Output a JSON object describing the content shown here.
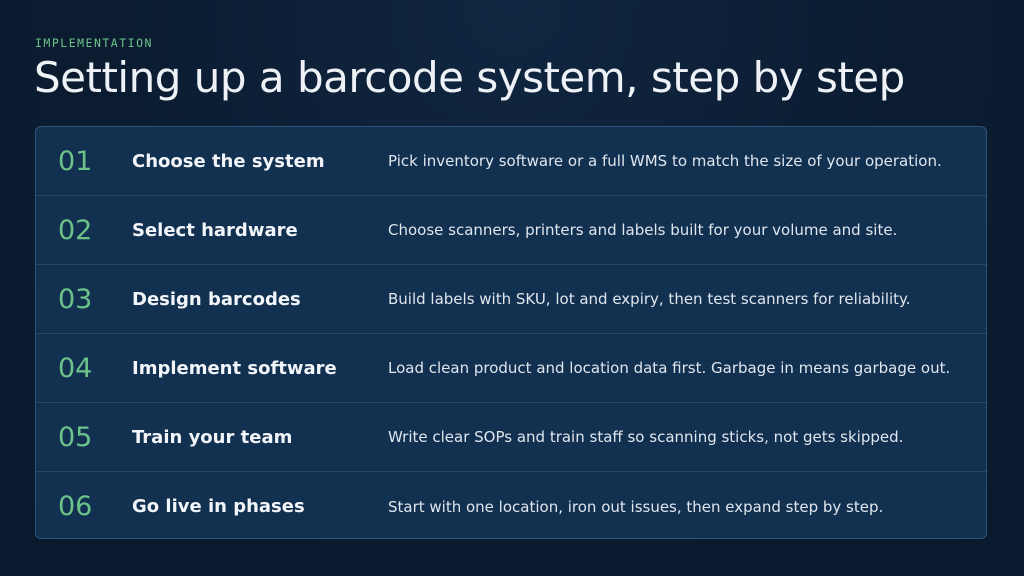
{
  "eyebrow": "IMPLEMENTATION",
  "title": "Setting up a barcode system, step by step",
  "steps": [
    {
      "num": "01",
      "name": "Choose the system",
      "desc": "Pick inventory software or a full WMS to match the size of your operation."
    },
    {
      "num": "02",
      "name": "Select hardware",
      "desc": "Choose scanners, printers and labels built for your volume and site."
    },
    {
      "num": "03",
      "name": "Design barcodes",
      "desc": "Build labels with SKU, lot and expiry, then test scanners for reliability."
    },
    {
      "num": "04",
      "name": "Implement software",
      "desc": "Load clean product and location data first. Garbage in means garbage out."
    },
    {
      "num": "05",
      "name": "Train your team",
      "desc": "Write clear SOPs and train staff so scanning sticks, not gets skipped."
    },
    {
      "num": "06",
      "name": "Go live in phases",
      "desc": "Start with one location, iron out issues, then expand step by step."
    }
  ],
  "colors": {
    "background": "#0b1c31",
    "panel": "#12304f",
    "accent": "#6cc38a",
    "text": "#eef2f7"
  }
}
